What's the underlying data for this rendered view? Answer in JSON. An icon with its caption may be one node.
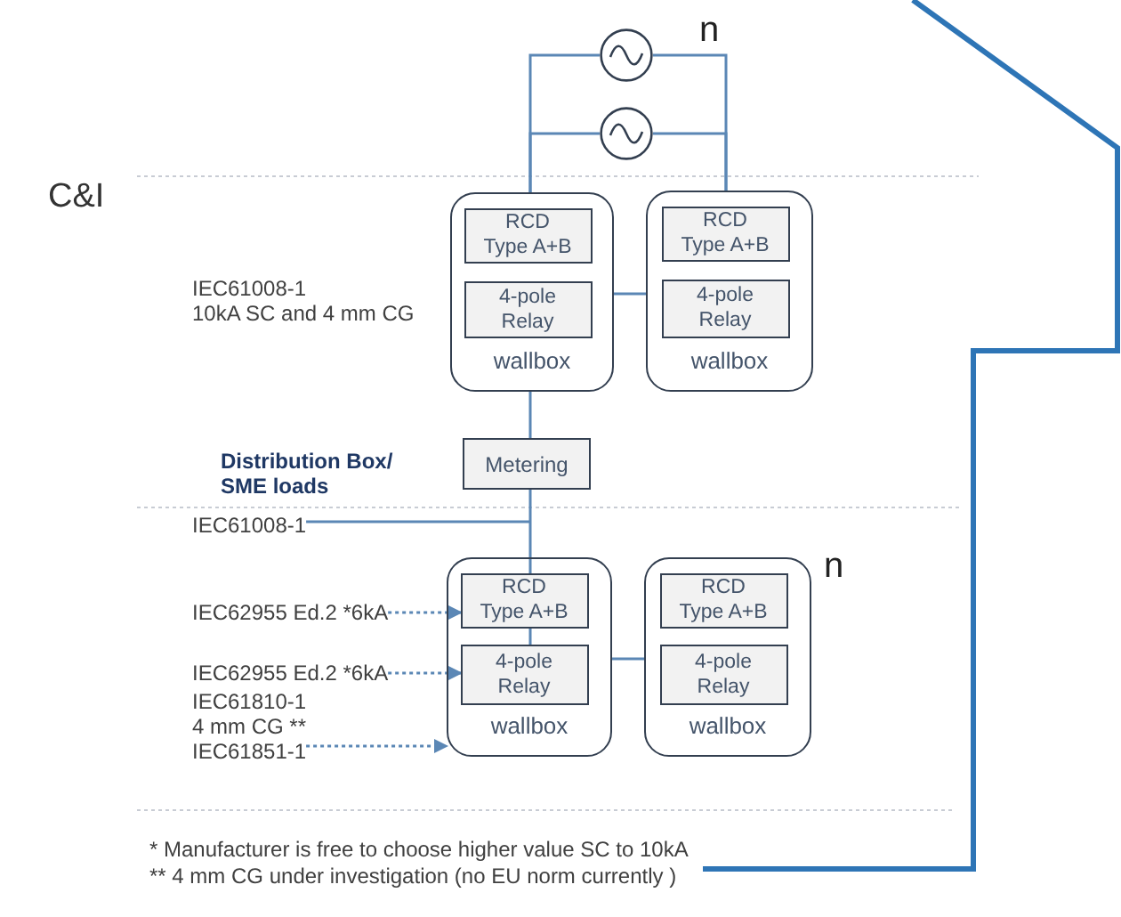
{
  "diagram": {
    "nodes": [
      {
        "text": [],
        "shape": "circle"
      },
      {
        "text": [],
        "shape": "circle"
      },
      {
        "text": [
          "wallbox"
        ]
      },
      {
        "text": [
          "RCD Type A+B"
        ],
        "in": 2
      },
      {
        "text": [
          "4-pole Relay"
        ],
        "in": 2
      },
      {
        "text": [
          "wallbox"
        ]
      },
      {
        "text": [
          "RCD Type A+B"
        ],
        "in": 5
      },
      {
        "text": [
          "4-pole Relay"
        ],
        "in": 5
      },
      {
        "text": [
          "Metering"
        ]
      },
      {
        "text": [
          "wallbox"
        ]
      },
      {
        "text": [
          "RCD Type A+B"
        ],
        "in": 9
      },
      {
        "text": [
          "4-pole Relay"
        ],
        "in": 9
      },
      {
        "text": [
          "wallbox"
        ]
      },
      {
        "text": [
          "RCD Type A+B"
        ],
        "in": 12
      },
      {
        "text": [
          "4-pole Relay"
        ],
        "in": 12
      },
      {
        "text": [
          "IEC62955 Ed.2  *6kA"
        ]
      },
      {
        "text": [
          "IEC62955 Ed.2  *6kA"
        ]
      },
      {
        "text": [
          "IEC61851-1"
        ]
      },
      {
        "text": [
          "IEC61008-1"
        ]
      }
    ],
    "edges": [
      {
        "from": 2,
        "to": 0,
        "arrow": "none"
      },
      {
        "from": 0,
        "to": 5,
        "arrow": "none"
      },
      {
        "from": 2,
        "to": 1,
        "arrow": "none"
      },
      {
        "from": 1,
        "to": 5,
        "arrow": "none"
      },
      {
        "from": 2,
        "to": 5,
        "arrow": "none"
      },
      {
        "from": 2,
        "to": 8,
        "arrow": "none"
      },
      {
        "from": 8,
        "to": 10,
        "arrow": "none"
      },
      {
        "from": 10,
        "to": 11,
        "arrow": "none"
      },
      {
        "from": 9,
        "to": 12,
        "arrow": "none"
      },
      {
        "from": 15,
        "to": 10,
        "arrow": "to",
        "style": "dashed"
      },
      {
        "from": 16,
        "to": 11,
        "arrow": "to",
        "style": "dashed"
      },
      {
        "from": 17,
        "to": 9,
        "arrow": "to",
        "style": "dashed"
      },
      {
        "from": 18,
        "to": null,
        "arrow": "none"
      }
    ],
    "labels": [
      "n",
      "C&I",
      "IEC61008-1",
      "10kA SC and 4 mm CG",
      "Distribution Box/ SME loads",
      "n",
      "IEC61810-1",
      "4 mm CG **",
      "* Manufacturer is free to choose higher value SC to 10kA",
      "** 4 mm CG under investigation (no EU norm currently )"
    ]
  }
}
